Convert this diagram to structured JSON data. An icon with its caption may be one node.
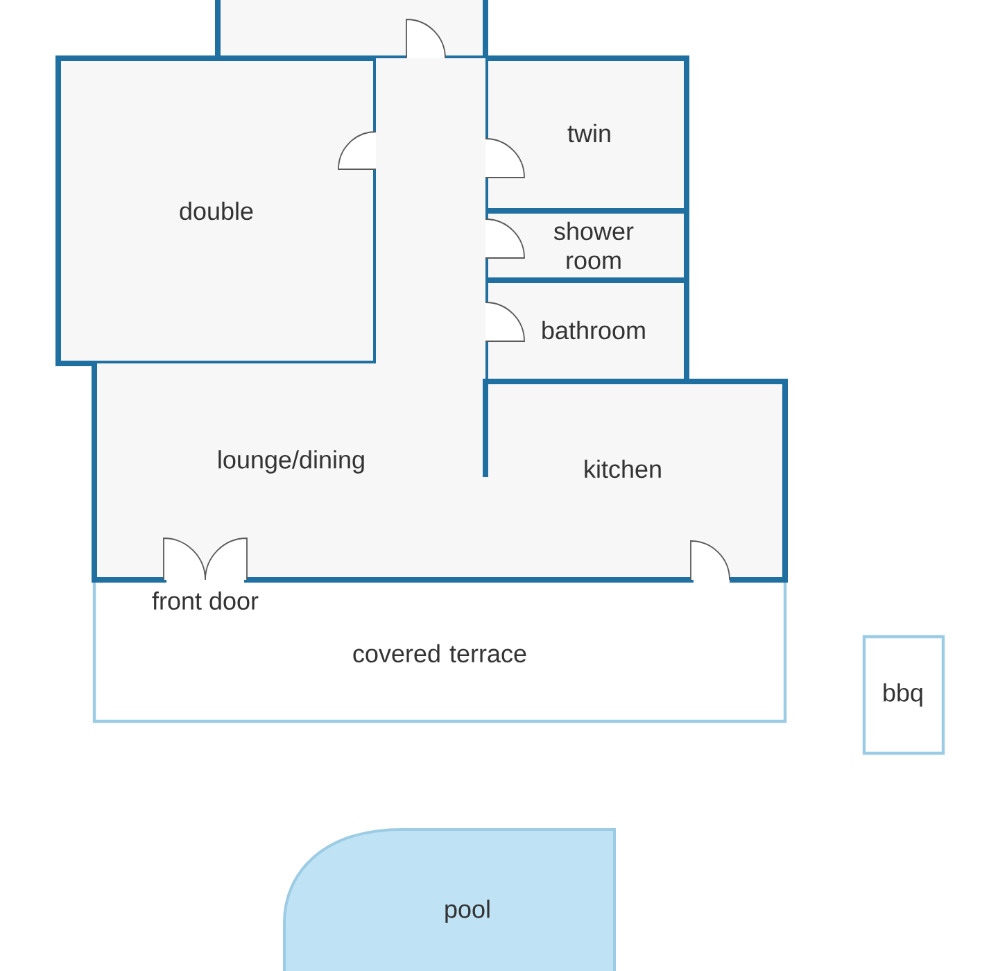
{
  "diagram": {
    "nodes": [
      {
        "text": [],
        "shape": "box"
      },
      {
        "text": [
          "double"
        ]
      },
      {
        "text": [
          "twin"
        ]
      },
      {
        "text": [
          "shower room"
        ]
      },
      {
        "text": [
          "bathroom"
        ]
      },
      {
        "text": [
          "lounge/dining"
        ]
      },
      {
        "text": [
          "kitchen"
        ]
      },
      {
        "text": [
          "covered terrace"
        ]
      },
      {
        "text": [
          "bbq"
        ]
      },
      {
        "text": [
          "pool"
        ]
      }
    ],
    "labels": [
      "front door"
    ]
  }
}
